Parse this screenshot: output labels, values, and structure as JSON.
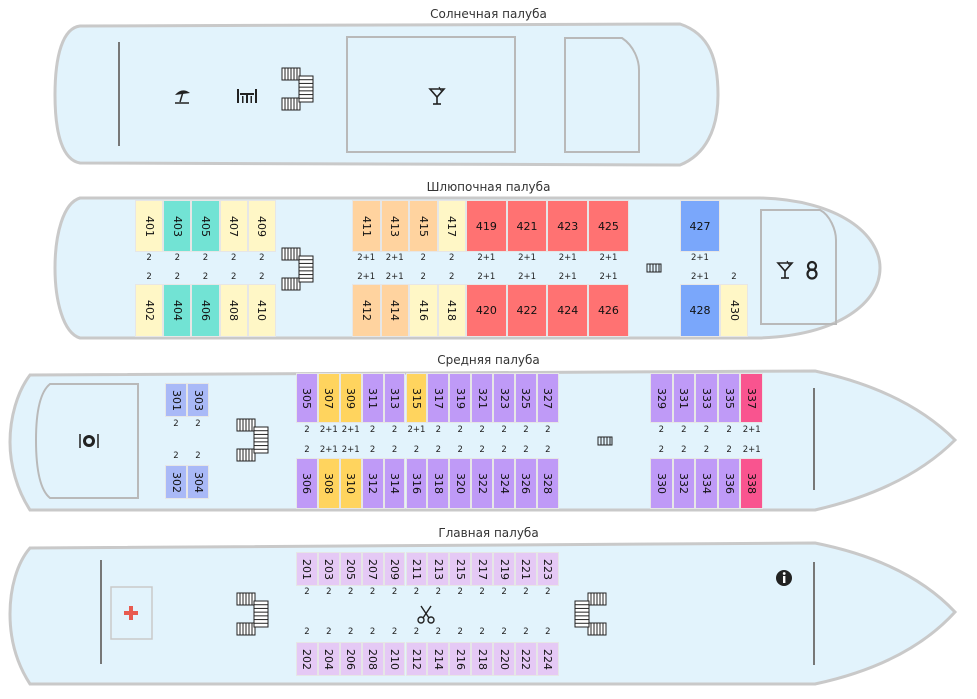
{
  "decks": [
    {
      "id": "sun",
      "title": "Солнечная палуба",
      "cabins": []
    },
    {
      "id": "boat",
      "title": "Шлюпочная палуба",
      "cabins": [
        {
          "n": "401",
          "cap": "2",
          "color": "#fff7c6"
        },
        {
          "n": "403",
          "cap": "2",
          "color": "#72e3d4"
        },
        {
          "n": "405",
          "cap": "2",
          "color": "#72e3d4"
        },
        {
          "n": "407",
          "cap": "2",
          "color": "#fff7c6"
        },
        {
          "n": "409",
          "cap": "2",
          "color": "#fff7c6"
        },
        {
          "n": "402",
          "cap": "2",
          "color": "#fff7c6"
        },
        {
          "n": "404",
          "cap": "2",
          "color": "#72e3d4"
        },
        {
          "n": "406",
          "cap": "2",
          "color": "#72e3d4"
        },
        {
          "n": "408",
          "cap": "2",
          "color": "#fff7c6"
        },
        {
          "n": "410",
          "cap": "2",
          "color": "#fff7c6"
        },
        {
          "n": "411",
          "cap": "2+1",
          "color": "#ffd39f"
        },
        {
          "n": "413",
          "cap": "2+1",
          "color": "#ffd39f"
        },
        {
          "n": "415",
          "cap": "2",
          "color": "#ffd39f"
        },
        {
          "n": "417",
          "cap": "2",
          "color": "#fff7c6"
        },
        {
          "n": "412",
          "cap": "2+1",
          "color": "#ffd39f"
        },
        {
          "n": "414",
          "cap": "2+1",
          "color": "#ffd39f"
        },
        {
          "n": "416",
          "cap": "2",
          "color": "#fff7c6"
        },
        {
          "n": "418",
          "cap": "2",
          "color": "#fff7c6"
        },
        {
          "n": "419",
          "cap": "2+1",
          "color": "#ff7272"
        },
        {
          "n": "421",
          "cap": "2+1",
          "color": "#ff7272"
        },
        {
          "n": "423",
          "cap": "2+1",
          "color": "#ff7272"
        },
        {
          "n": "425",
          "cap": "2+1",
          "color": "#ff7272"
        },
        {
          "n": "420",
          "cap": "2+1",
          "color": "#ff7272"
        },
        {
          "n": "422",
          "cap": "2+1",
          "color": "#ff7272"
        },
        {
          "n": "424",
          "cap": "2+1",
          "color": "#ff7272"
        },
        {
          "n": "426",
          "cap": "2+1",
          "color": "#ff7272"
        },
        {
          "n": "427",
          "cap": "2+1",
          "color": "#7aa7fb"
        },
        {
          "n": "428",
          "cap": "2+1",
          "color": "#7aa7fb"
        },
        {
          "n": "430",
          "cap": "2",
          "color": "#fff7c6"
        }
      ]
    },
    {
      "id": "middle",
      "title": "Средняя палуба",
      "cabins": [
        {
          "n": "301",
          "cap": "2",
          "color": "#a9b9f7"
        },
        {
          "n": "303",
          "cap": "2",
          "color": "#a9b9f7"
        },
        {
          "n": "302",
          "cap": "2",
          "color": "#a9b9f7"
        },
        {
          "n": "304",
          "cap": "2",
          "color": "#a9b9f7"
        },
        {
          "n": "305",
          "cap": "2",
          "color": "#bf9af7"
        },
        {
          "n": "307",
          "cap": "2+1",
          "color": "#ffd45e"
        },
        {
          "n": "309",
          "cap": "2+1",
          "color": "#ffd45e"
        },
        {
          "n": "311",
          "cap": "2",
          "color": "#bf9af7"
        },
        {
          "n": "313",
          "cap": "2",
          "color": "#bf9af7"
        },
        {
          "n": "315",
          "cap": "2+1",
          "color": "#ffd45e"
        },
        {
          "n": "317",
          "cap": "2",
          "color": "#bf9af7"
        },
        {
          "n": "319",
          "cap": "2",
          "color": "#bf9af7"
        },
        {
          "n": "321",
          "cap": "2",
          "color": "#bf9af7"
        },
        {
          "n": "323",
          "cap": "2",
          "color": "#bf9af7"
        },
        {
          "n": "325",
          "cap": "2",
          "color": "#bf9af7"
        },
        {
          "n": "327",
          "cap": "2",
          "color": "#bf9af7"
        },
        {
          "n": "306",
          "cap": "2",
          "color": "#bf9af7"
        },
        {
          "n": "308",
          "cap": "2+1",
          "color": "#ffd45e"
        },
        {
          "n": "310",
          "cap": "2+1",
          "color": "#ffd45e"
        },
        {
          "n": "312",
          "cap": "2",
          "color": "#bf9af7"
        },
        {
          "n": "314",
          "cap": "2",
          "color": "#bf9af7"
        },
        {
          "n": "316",
          "cap": "2",
          "color": "#bf9af7"
        },
        {
          "n": "318",
          "cap": "2",
          "color": "#bf9af7"
        },
        {
          "n": "320",
          "cap": "2",
          "color": "#bf9af7"
        },
        {
          "n": "322",
          "cap": "2",
          "color": "#bf9af7"
        },
        {
          "n": "324",
          "cap": "2",
          "color": "#bf9af7"
        },
        {
          "n": "326",
          "cap": "2",
          "color": "#bf9af7"
        },
        {
          "n": "328",
          "cap": "2",
          "color": "#bf9af7"
        },
        {
          "n": "329",
          "cap": "2",
          "color": "#bf9af7"
        },
        {
          "n": "331",
          "cap": "2",
          "color": "#bf9af7"
        },
        {
          "n": "333",
          "cap": "2",
          "color": "#bf9af7"
        },
        {
          "n": "335",
          "cap": "2",
          "color": "#bf9af7"
        },
        {
          "n": "337",
          "cap": "2+1",
          "color": "#f9548f"
        },
        {
          "n": "330",
          "cap": "2",
          "color": "#bf9af7"
        },
        {
          "n": "332",
          "cap": "2",
          "color": "#bf9af7"
        },
        {
          "n": "334",
          "cap": "2",
          "color": "#bf9af7"
        },
        {
          "n": "336",
          "cap": "2",
          "color": "#bf9af7"
        },
        {
          "n": "338",
          "cap": "2+1",
          "color": "#f9548f"
        }
      ]
    },
    {
      "id": "main",
      "title": "Главная палуба",
      "cabins": [
        {
          "n": "201",
          "cap": "2",
          "color": "#e5c9f5"
        },
        {
          "n": "203",
          "cap": "2",
          "color": "#e5c9f5"
        },
        {
          "n": "205",
          "cap": "2",
          "color": "#e5c9f5"
        },
        {
          "n": "207",
          "cap": "2",
          "color": "#e5c9f5"
        },
        {
          "n": "209",
          "cap": "2",
          "color": "#e5c9f5"
        },
        {
          "n": "211",
          "cap": "2",
          "color": "#e5c9f5"
        },
        {
          "n": "213",
          "cap": "2",
          "color": "#e5c9f5"
        },
        {
          "n": "215",
          "cap": "2",
          "color": "#e5c9f5"
        },
        {
          "n": "217",
          "cap": "2",
          "color": "#e5c9f5"
        },
        {
          "n": "219",
          "cap": "2",
          "color": "#e5c9f5"
        },
        {
          "n": "221",
          "cap": "2",
          "color": "#e5c9f5"
        },
        {
          "n": "223",
          "cap": "2",
          "color": "#e5c9f5"
        },
        {
          "n": "202",
          "cap": "2",
          "color": "#e5c9f5"
        },
        {
          "n": "204",
          "cap": "2",
          "color": "#e5c9f5"
        },
        {
          "n": "206",
          "cap": "2",
          "color": "#e5c9f5"
        },
        {
          "n": "208",
          "cap": "2",
          "color": "#e5c9f5"
        },
        {
          "n": "210",
          "cap": "2",
          "color": "#e5c9f5"
        },
        {
          "n": "212",
          "cap": "2",
          "color": "#e5c9f5"
        },
        {
          "n": "214",
          "cap": "2",
          "color": "#e5c9f5"
        },
        {
          "n": "216",
          "cap": "2",
          "color": "#e5c9f5"
        },
        {
          "n": "218",
          "cap": "2",
          "color": "#e5c9f5"
        },
        {
          "n": "220",
          "cap": "2",
          "color": "#e5c9f5"
        },
        {
          "n": "222",
          "cap": "2",
          "color": "#e5c9f5"
        },
        {
          "n": "224",
          "cap": "2",
          "color": "#e5c9f5"
        }
      ]
    }
  ],
  "colors": {
    "hull_fill": "#e2f3fc",
    "hull_stroke": "#c9c9c9",
    "room_stroke": "#b9b9b9",
    "medical": "#e85a4f"
  },
  "icons": [
    "beach-umbrella-icon",
    "cafe-table-icon",
    "staircase-icon",
    "cocktail-icon",
    "music-icon",
    "restaurant-icon",
    "scissors-icon",
    "info-icon",
    "medical-cross-icon",
    "elevator-icon"
  ]
}
